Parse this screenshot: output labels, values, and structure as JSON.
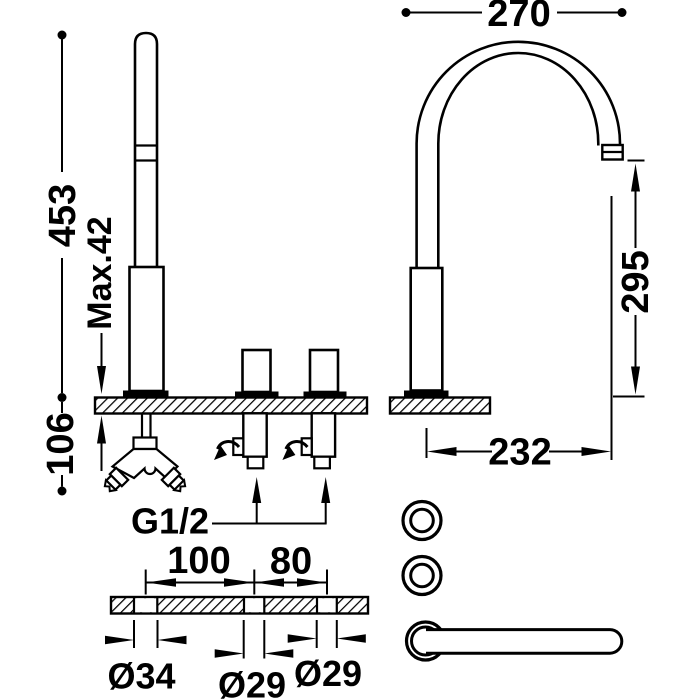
{
  "drawing": {
    "dimensions": {
      "total_height": "453",
      "max_deck_thickness": "Max.42",
      "below_deck_depth": "106",
      "spout_arch_width": "270",
      "spout_outlet_height": "295",
      "spout_reach": "232",
      "connection_thread": "G1/2",
      "hole_spacing_left": "100",
      "hole_spacing_right": "80",
      "hole_diameter_spout": "Ø34",
      "hole_diameter_center": "Ø29",
      "hole_diameter_right": "Ø29"
    },
    "colors": {
      "line": "#000000",
      "background": "#ffffff"
    }
  }
}
